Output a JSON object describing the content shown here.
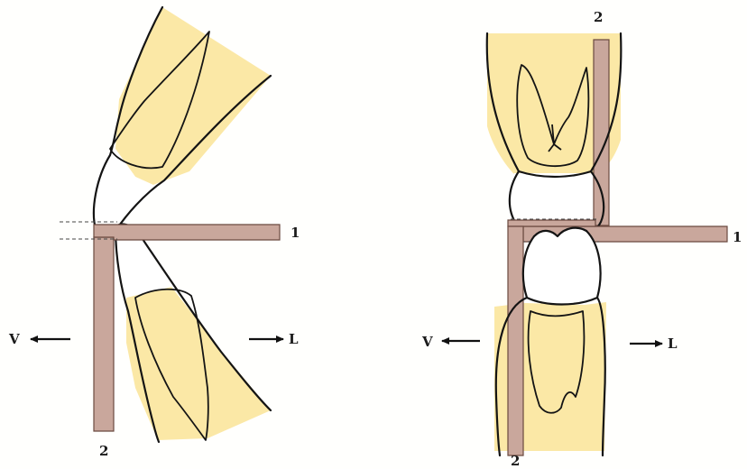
{
  "colors": {
    "root_fill": "#fbe8a6",
    "crown_fill": "#ffffff",
    "reference_bar": "#c9a79c",
    "reference_bar_edge": "#6b4a40",
    "outline": "#141414"
  },
  "left_view": {
    "label_plane_horizontal": "1",
    "label_plane_vertical": "2",
    "label_vestibular": "V",
    "label_lingual": "L"
  },
  "right_view": {
    "label_plane_horizontal": "1",
    "label_plane_vertical_top": "2",
    "label_plane_vertical_bottom": "2",
    "label_vestibular": "V",
    "label_lingual": "L"
  }
}
